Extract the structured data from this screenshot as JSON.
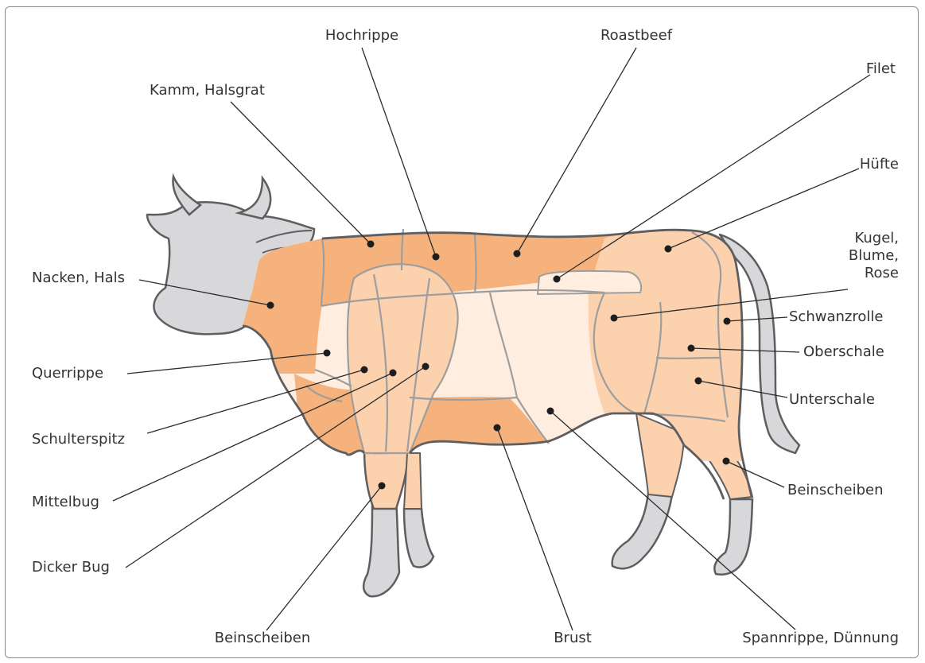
{
  "colors": {
    "dark": "#F5B27C",
    "medium": "#FBD1AE",
    "light": "#FFEEDF",
    "head": "#D8D8DA",
    "outline": "#5E5E60",
    "seam": "#9E9E9E",
    "leader": "#2B2B2B"
  },
  "labels": {
    "hochrippe": "Hochrippe",
    "roastbeef": "Roastbeef",
    "kamm": "Kamm, Halsgrat",
    "filet": "Filet",
    "huefte": "Hüfte",
    "kugel_1": "Kugel,",
    "kugel_2": "Blume,",
    "kugel_3": "Rose",
    "nacken": "Nacken, Hals",
    "schwanzrolle": "Schwanzrolle",
    "oberschale": "Oberschale",
    "querrippe": "Querrippe",
    "unterschale": "Unterschale",
    "schulterspitz": "Schulterspitz",
    "mittelbug": "Mittelbug",
    "beinscheiben_hind": "Beinscheiben",
    "dicker_bug": "Dicker Bug",
    "beinscheiben_front": "Beinscheiben",
    "brust": "Brust",
    "spannrippe": "Spannrippe, Dünnung"
  }
}
